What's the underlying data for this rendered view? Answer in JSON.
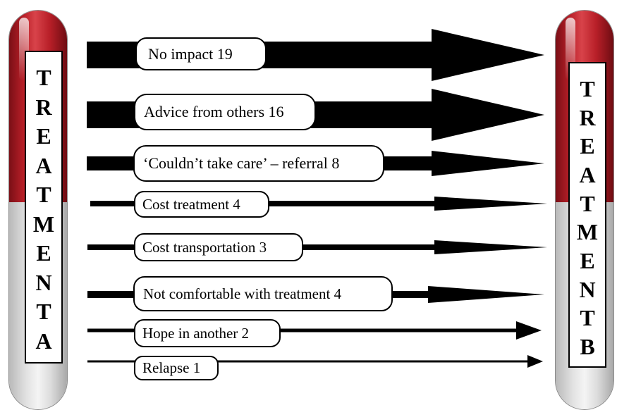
{
  "left_tube": {
    "letters": [
      "T",
      "R",
      "E",
      "A",
      "T",
      "M",
      "E",
      "N",
      "T",
      "A"
    ],
    "color_top": "#c41e26",
    "color_bottom": "#dcdcdc"
  },
  "right_tube": {
    "letters": [
      "T",
      "R",
      "E",
      "A",
      "T",
      "M",
      "E",
      "N",
      "T",
      "B"
    ],
    "color_top": "#c41e26",
    "color_bottom": "#dcdcdc"
  },
  "flows": [
    {
      "label": "No impact 19",
      "value": 19
    },
    {
      "label": "Advice from others 16",
      "value": 16
    },
    {
      "label": "‘Couldn’t take care’ – referral 8",
      "value": 8
    },
    {
      "label": "Cost treatment 4",
      "value": 4
    },
    {
      "label": "Cost transportation 3",
      "value": 3
    },
    {
      "label": "Not comfortable with treatment 4",
      "value": 4
    },
    {
      "label": "Hope in another 2",
      "value": 2
    },
    {
      "label": "Relapse 1",
      "value": 1
    }
  ]
}
